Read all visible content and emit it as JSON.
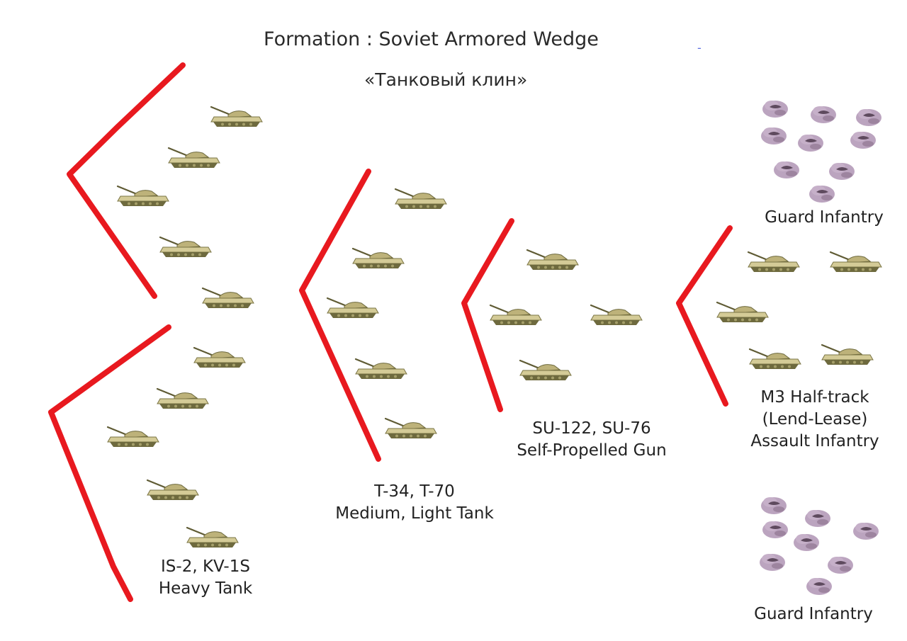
{
  "title": {
    "main": "Formation : Soviet Armored Wedge",
    "sub": "«Танковый клин»",
    "mark": "-"
  },
  "colors": {
    "wedge": "#e8191f",
    "tank_body": "#c9c08a",
    "tank_dark": "#6e6a3e",
    "infantry": "#b49ab8",
    "infantry_dark": "#5e4a5e",
    "text": "#222222"
  },
  "icons": {
    "tank": "tank-icon",
    "infantry": "infantry-icon",
    "wedge": "wedge-chevron"
  },
  "groups": {
    "heavy": {
      "lines": [
        "IS-2, KV-1S",
        "Heavy Tank"
      ]
    },
    "medium": {
      "lines": [
        "T-34, T-70",
        "Medium, Light Tank"
      ]
    },
    "spg": {
      "lines": [
        "SU-122, SU-76",
        "Self-Propelled Gun"
      ]
    },
    "assault": {
      "lines": [
        "M3 Half-track",
        "(Lend-Lease)",
        "Assault Infantry"
      ]
    },
    "guard_top": {
      "lines": [
        "Guard Infantry"
      ]
    },
    "guard_bottom": {
      "lines": [
        "Guard Infantry"
      ]
    }
  }
}
